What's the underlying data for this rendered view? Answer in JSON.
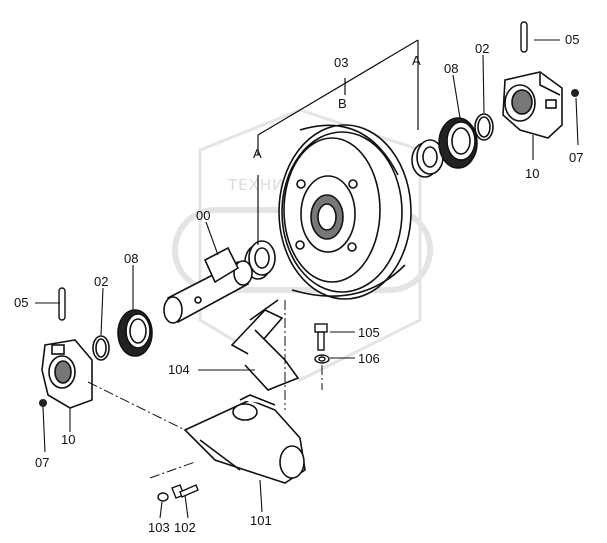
{
  "diagram": {
    "watermark_text": "ТЕХНИКА ⚙ ОНЛАЙН",
    "assembly_labels": {
      "a_upper": "A",
      "a_lower": "A",
      "b": "B"
    },
    "parts": [
      {
        "id": "lbl-03",
        "text": "03"
      },
      {
        "id": "lbl-08-top",
        "text": "08"
      },
      {
        "id": "lbl-02-top",
        "text": "02"
      },
      {
        "id": "lbl-05-top",
        "text": "05"
      },
      {
        "id": "lbl-07-right",
        "text": "07"
      },
      {
        "id": "lbl-10-right",
        "text": "10"
      },
      {
        "id": "lbl-00",
        "text": "00"
      },
      {
        "id": "lbl-08-left",
        "text": "08"
      },
      {
        "id": "lbl-02-left",
        "text": "02"
      },
      {
        "id": "lbl-05-left",
        "text": "05"
      },
      {
        "id": "lbl-10-left",
        "text": "10"
      },
      {
        "id": "lbl-07-left",
        "text": "07"
      },
      {
        "id": "lbl-105",
        "text": "105"
      },
      {
        "id": "lbl-106",
        "text": "106"
      },
      {
        "id": "lbl-104",
        "text": "104"
      },
      {
        "id": "lbl-103",
        "text": "103"
      },
      {
        "id": "lbl-102",
        "text": "102"
      },
      {
        "id": "lbl-101",
        "text": "101"
      }
    ]
  }
}
